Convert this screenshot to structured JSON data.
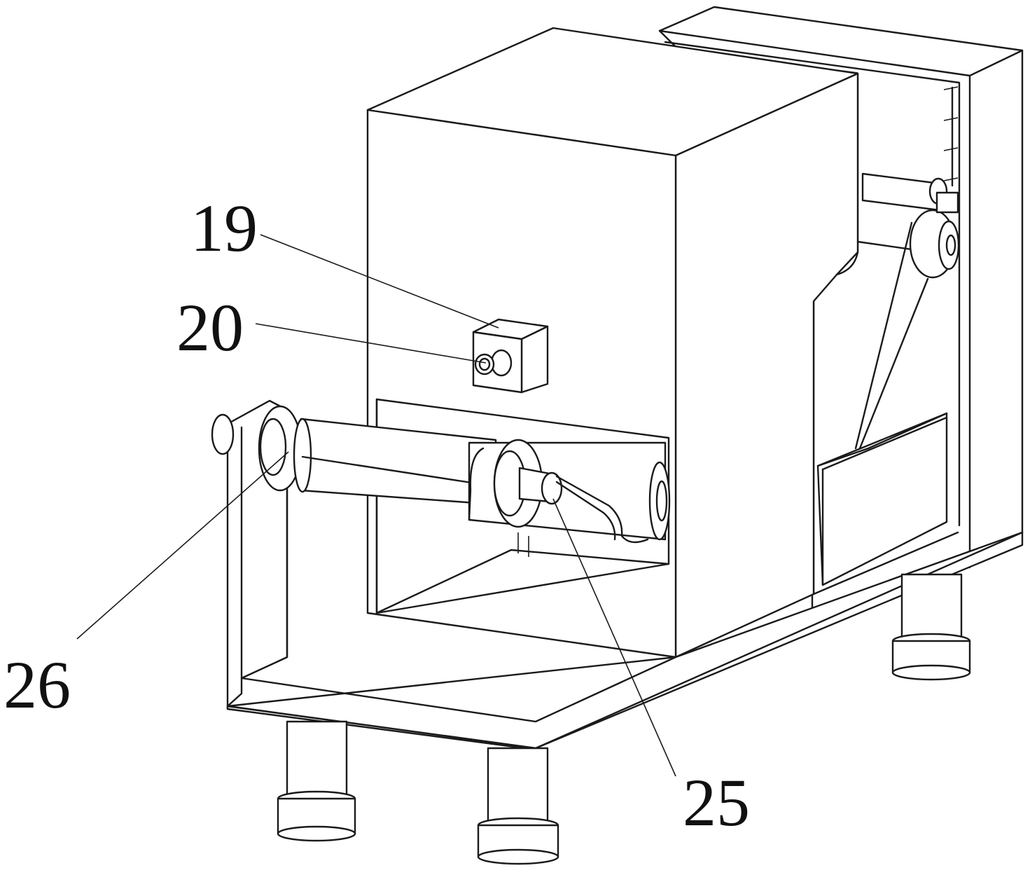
{
  "labels": {
    "l19": "19",
    "l20": "20",
    "l25": "25",
    "l26": "26"
  }
}
